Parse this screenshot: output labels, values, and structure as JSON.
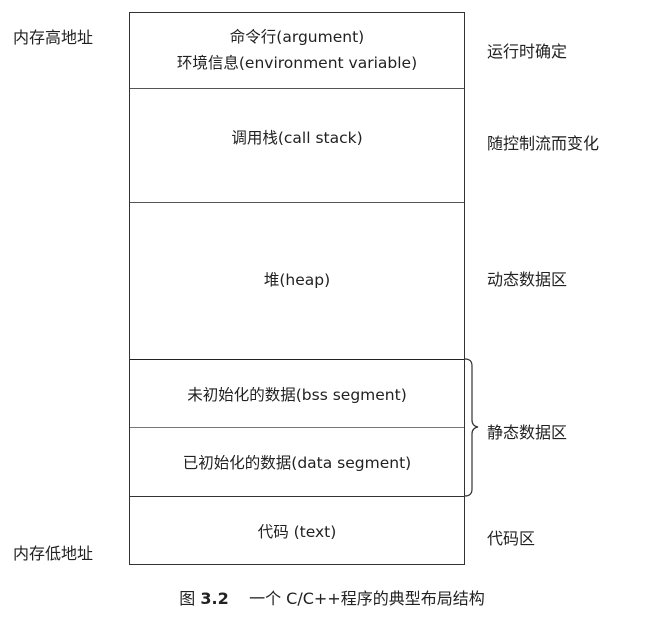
{
  "diagram": {
    "left_labels": {
      "high_address": "内存高地址",
      "low_address": "内存低地址"
    },
    "segments": [
      {
        "lines": [
          "命令行(argument)",
          "环境信息(environment variable)"
        ]
      },
      {
        "lines": [
          "调用栈(call stack)"
        ]
      },
      {
        "lines": [
          "堆(heap)"
        ]
      },
      {
        "lines": [
          "未初始化的数据(bss segment)"
        ]
      },
      {
        "lines": [
          "已初始化的数据(data segment)"
        ]
      },
      {
        "lines": [
          "代码 (text)"
        ]
      }
    ],
    "right_labels": [
      "运行时确定",
      "随控制流而变化",
      "动态数据区",
      "静态数据区",
      "代码区"
    ],
    "caption": {
      "prefix": "图",
      "number": "3.2",
      "text": "一个 C/C++程序的典型布局结构"
    }
  }
}
